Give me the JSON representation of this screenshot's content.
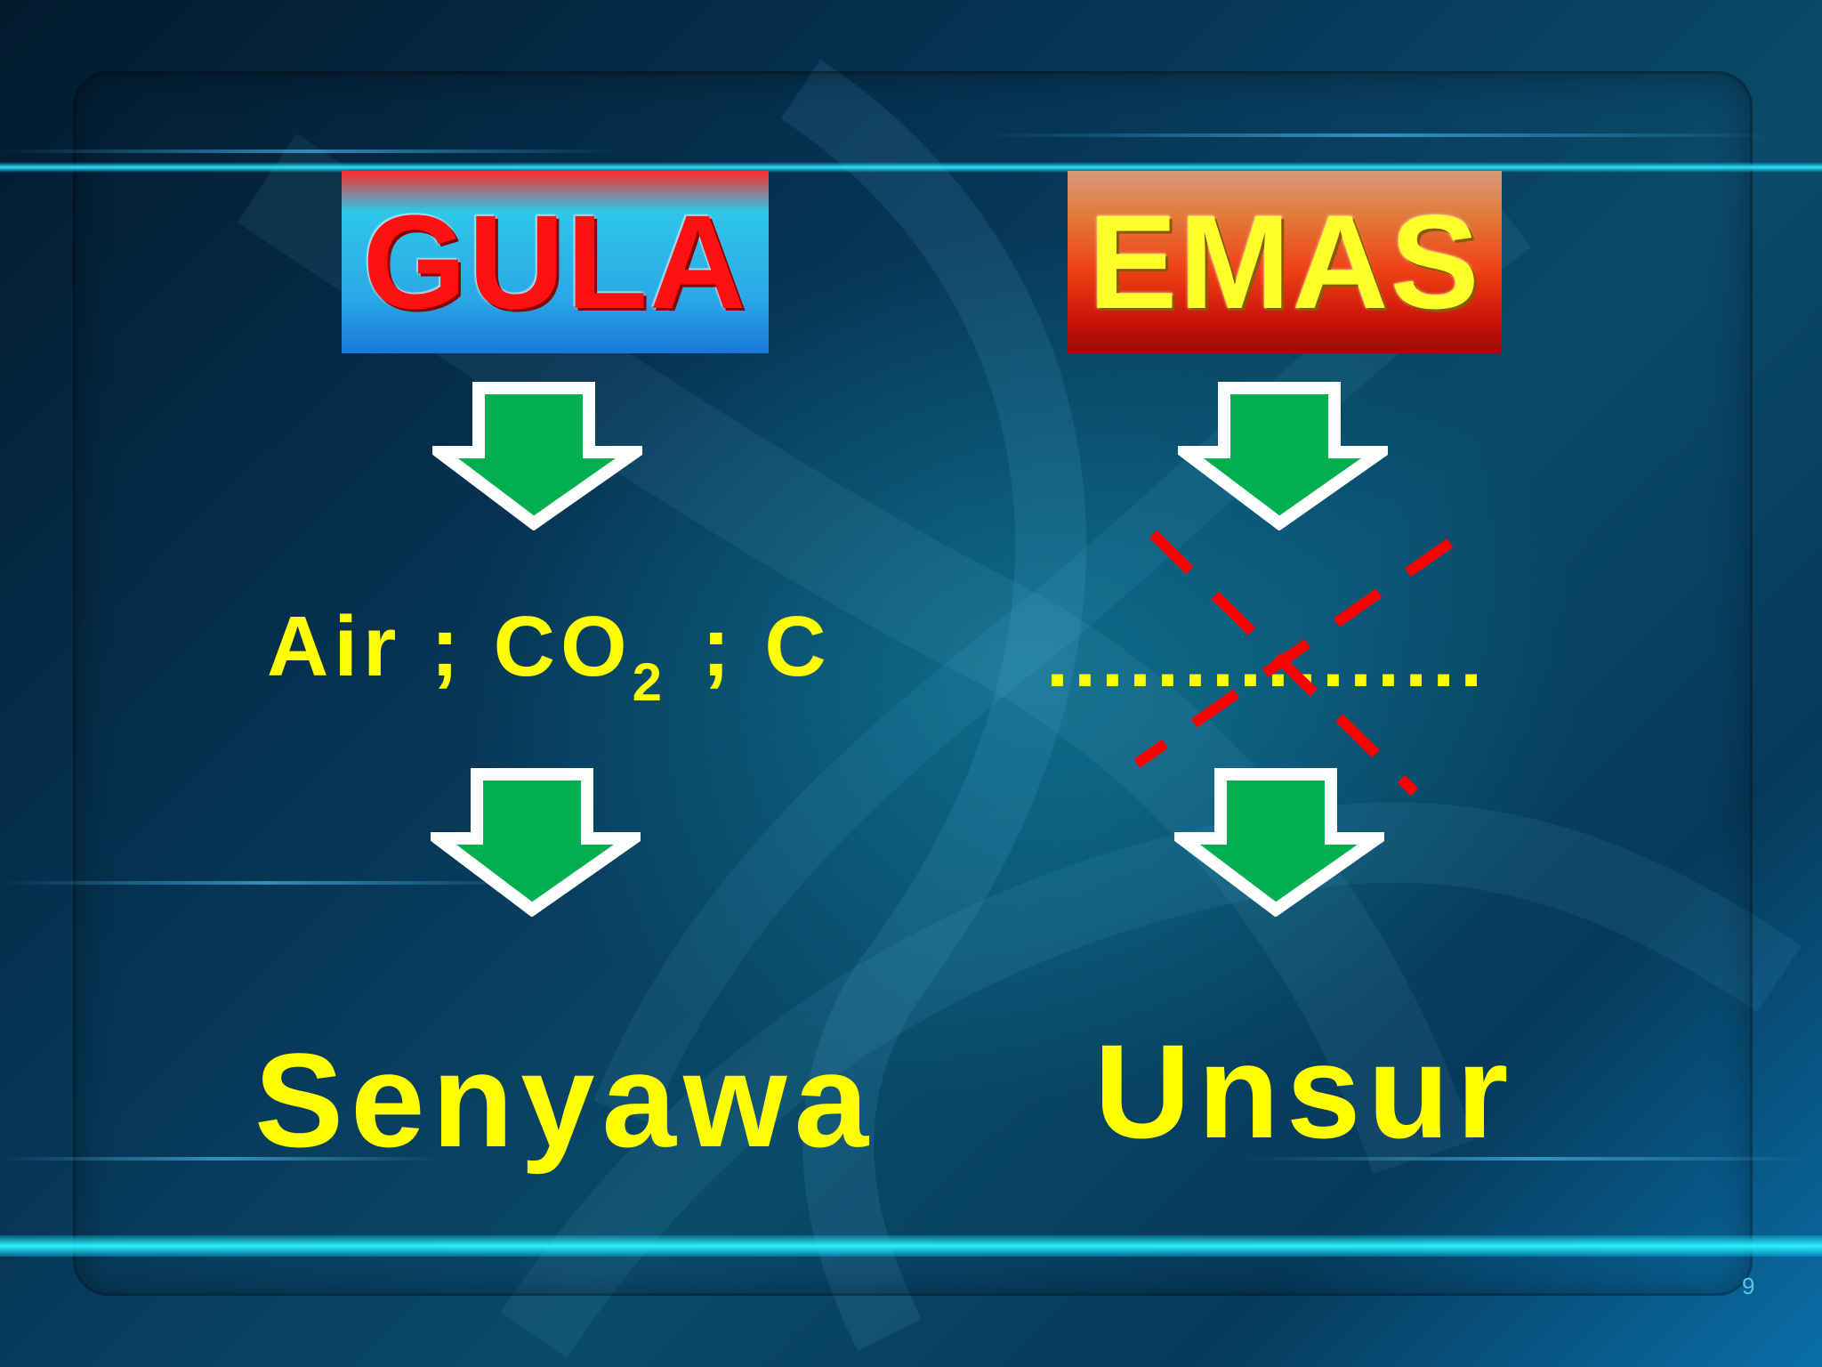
{
  "slide": {
    "left_term": "GULA",
    "right_term": "EMAS",
    "formula_main_1": "Air ; CO",
    "formula_sub": "2",
    "formula_main_2": " ; C",
    "placeholder_dots": "................",
    "left_result": "Senyawa",
    "right_result": "Unsur",
    "page_number": "9"
  },
  "colors": {
    "text_yellow": "#ffff00",
    "arrow_fill": "#00b050",
    "arrow_outline": "#ffffff",
    "cross_red": "#ff0000"
  },
  "icons": [
    "down-arrow-icon",
    "cross-mark-icon"
  ]
}
